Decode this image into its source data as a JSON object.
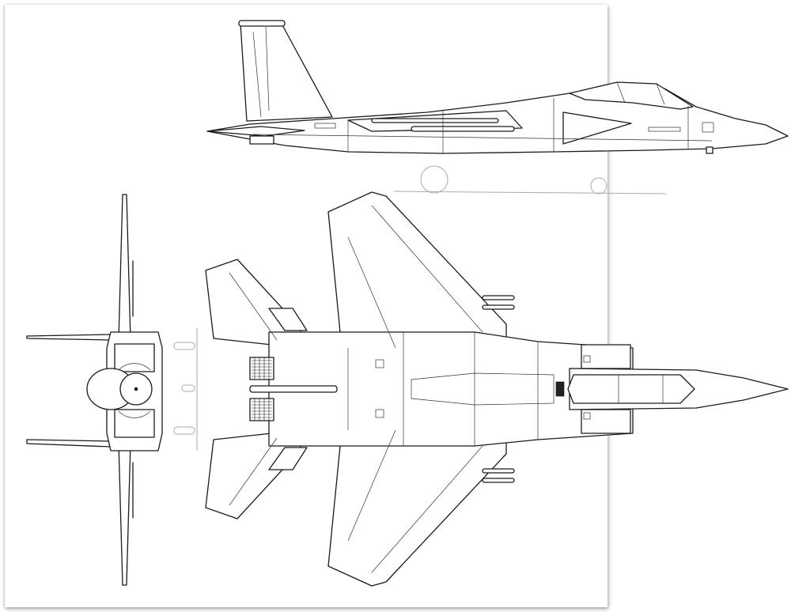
{
  "drawing": {
    "views": [
      {
        "id": "side"
      },
      {
        "id": "front"
      },
      {
        "id": "top"
      }
    ],
    "colors": {
      "paper": "#ffffff",
      "line": "#1a1a1a",
      "ground_line": "#aaaaaa",
      "shadow": "#999999"
    }
  }
}
